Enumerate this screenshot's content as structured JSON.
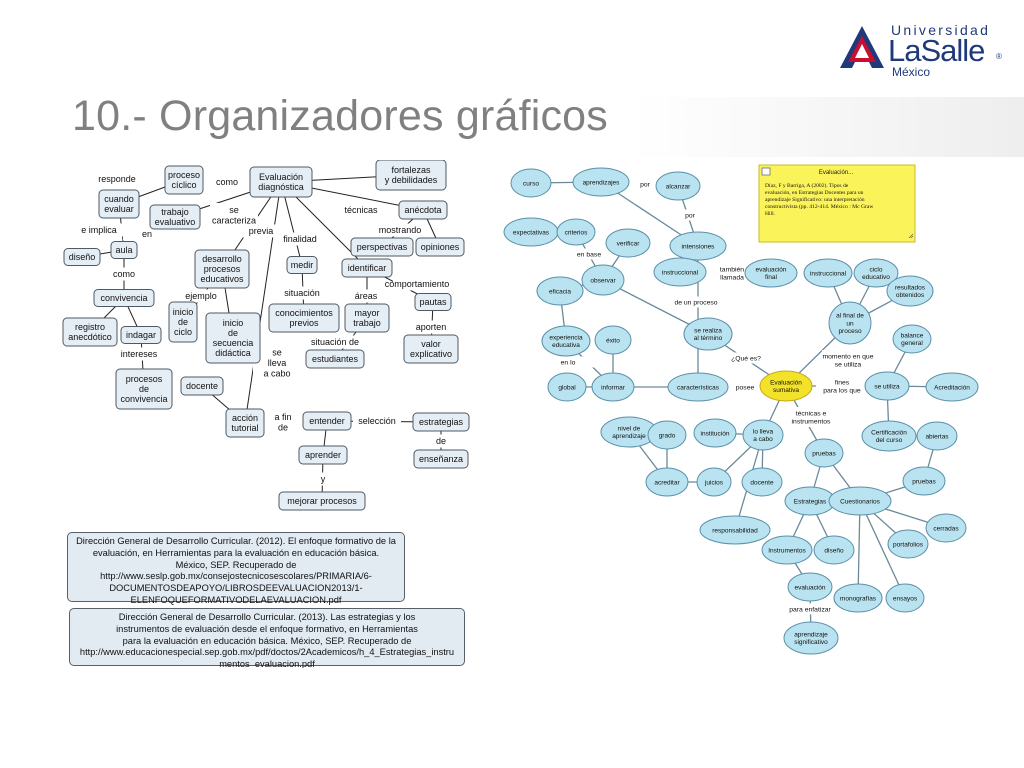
{
  "slide": {
    "title": "10.- Organizadores gráficos"
  },
  "logo": {
    "line1": "Universidad",
    "name": "LaSalle",
    "reg": "®",
    "line3": "México"
  },
  "left_map": {
    "nodes": [
      {
        "id": "eval_diag",
        "label": "Evaluación\ndiagnóstica",
        "box": true
      },
      {
        "id": "proceso",
        "label": "proceso\ncíclico",
        "box": true
      },
      {
        "id": "fortalezas",
        "label": "fortalezas\ny debilidades",
        "box": true
      },
      {
        "id": "cuando",
        "label": "cuando\nevaluar",
        "box": true
      },
      {
        "id": "trabajo",
        "label": "trabajo\nevaluativo",
        "box": true
      },
      {
        "id": "anecdota",
        "label": "anécdota",
        "box": true
      },
      {
        "id": "perspectivas",
        "label": "perspectivas",
        "box": true
      },
      {
        "id": "opiniones",
        "label": "opiniones",
        "box": true
      },
      {
        "id": "aula",
        "label": "aula",
        "box": true
      },
      {
        "id": "diseno",
        "label": "diseño",
        "box": true
      },
      {
        "id": "desarrollo",
        "label": "desarrollo\nprocesos\neducativos",
        "box": true
      },
      {
        "id": "medir",
        "label": "medir",
        "box": true
      },
      {
        "id": "identificar",
        "label": "identificar",
        "box": true
      },
      {
        "id": "convivencia",
        "label": "convivencia",
        "box": true
      },
      {
        "id": "pautas",
        "label": "pautas",
        "box": true
      },
      {
        "id": "registro",
        "label": "registro\nanecdótico",
        "box": true
      },
      {
        "id": "indagar",
        "label": "indagar",
        "box": true
      },
      {
        "id": "inicio_ciclo",
        "label": "inicio\nde\nciclo",
        "box": true
      },
      {
        "id": "inicio_sec",
        "label": "inicio\nde\nsecuencia\ndidáctica",
        "box": true
      },
      {
        "id": "conocimientos",
        "label": "conocimientos\nprevios",
        "box": true
      },
      {
        "id": "mayor",
        "label": "mayor\ntrabajo",
        "box": true
      },
      {
        "id": "valor",
        "label": "valor\nexplicativo",
        "box": true
      },
      {
        "id": "estudiantes",
        "label": "estudiantes",
        "box": true
      },
      {
        "id": "procesos_conv",
        "label": "procesos\nde\nconvivencia",
        "box": true
      },
      {
        "id": "docente",
        "label": "docente",
        "box": true
      },
      {
        "id": "accion",
        "label": "acción\ntutorial",
        "box": true
      },
      {
        "id": "entender",
        "label": "entender",
        "box": true
      },
      {
        "id": "estrategias",
        "label": "estrategias",
        "box": true
      },
      {
        "id": "aprender",
        "label": "aprender",
        "box": true
      },
      {
        "id": "ensenanza",
        "label": "enseñanza",
        "box": true
      },
      {
        "id": "mejorar",
        "label": "mejorar procesos",
        "box": true
      }
    ],
    "links": [
      {
        "label": "como"
      },
      {
        "label": "responde"
      },
      {
        "label": "se\ncaracteriza"
      },
      {
        "label": "e implica"
      },
      {
        "label": "en"
      },
      {
        "label": "previa"
      },
      {
        "label": "técnicas"
      },
      {
        "label": "mostrando"
      },
      {
        "label": "finalidad"
      },
      {
        "label": "como"
      },
      {
        "label": "ejemplo"
      },
      {
        "label": "situación"
      },
      {
        "label": "áreas"
      },
      {
        "label": "comportamiento"
      },
      {
        "label": "intereses"
      },
      {
        "label": "aporten"
      },
      {
        "label": "situación de"
      },
      {
        "label": "se\nlleva\na cabo"
      },
      {
        "label": "a fin\nde"
      },
      {
        "label": "selección"
      },
      {
        "label": "de"
      },
      {
        "label": "y"
      }
    ]
  },
  "references": [
    {
      "text": "Dirección General de Desarrollo Curricular. (2012). El enfoque formativo de la\nevaluación, en Herramientas para la evaluación en educación básica.\nMéxico, SEP. Recuperado de\nhttp://www.seslp.gob.mx/consejostecnicosescolares/PRIMARIA/6-\nDOCUMENTOSDEAPOYO/LIBROSDEEVALUACION2013/1-\nELENFOQUEFORMATIVODELAEVALUACION.pdf"
    },
    {
      "text": "Dirección General de Desarrollo Curricular. (2013). Las estrategias y los\ninstrumentos de evaluación desde el enfoque formativo, en Herramientas\npara la evaluación en educación básica. México, SEP. Recuperado de\nhttp://www.educacionespecial.sep.gob.mx/pdf/doctos/2Academicos/h_4_Estrategias_instru\nmentos_evaluacion.pdf"
    }
  ],
  "right_map": {
    "nodes": [
      {
        "label": "curso"
      },
      {
        "label": "aprendizajes"
      },
      {
        "label": "alcanzar"
      },
      {
        "label": "expectativas"
      },
      {
        "label": "criterios"
      },
      {
        "label": "verificar"
      },
      {
        "label": "intensiones"
      },
      {
        "label": "eficacia"
      },
      {
        "label": "observar"
      },
      {
        "label": "instruccional"
      },
      {
        "label": "evaluación\nfinal"
      },
      {
        "label": "instruccional"
      },
      {
        "label": "ciclo\neducativo"
      },
      {
        "label": "resultados\nobtenidos"
      },
      {
        "label": "experiencia\neducativa"
      },
      {
        "label": "éxito"
      },
      {
        "label": "se realiza\nal término"
      },
      {
        "label": "al final de\nun\nproceso"
      },
      {
        "label": "balance\ngeneral"
      },
      {
        "label": "global"
      },
      {
        "label": "informar"
      },
      {
        "label": "características"
      },
      {
        "label": "Evaluación\nsumativa"
      },
      {
        "label": "se utiliza"
      },
      {
        "label": "Acreditación"
      },
      {
        "label": "nivel de\naprendizaje"
      },
      {
        "label": "grado"
      },
      {
        "label": "institución"
      },
      {
        "label": "lo lleva\na cabo"
      },
      {
        "label": "Certificación\ndel curso"
      },
      {
        "label": "abiertas"
      },
      {
        "label": "pruebas"
      },
      {
        "label": "acreditar"
      },
      {
        "label": "juicios"
      },
      {
        "label": "docente"
      },
      {
        "label": "pruebas"
      },
      {
        "label": "Estrategias"
      },
      {
        "label": "Cuestionarios"
      },
      {
        "label": "responsabilidad"
      },
      {
        "label": "cerradas"
      },
      {
        "label": "portafolios"
      },
      {
        "label": "Instrumentos"
      },
      {
        "label": "diseño"
      },
      {
        "label": "evaluación"
      },
      {
        "label": "monografías"
      },
      {
        "label": "ensayos"
      },
      {
        "label": "aprendizaje\nsignificativo"
      }
    ],
    "links": [
      {
        "label": "por"
      },
      {
        "label": "por"
      },
      {
        "label": "en base"
      },
      {
        "label": "también\nllamada"
      },
      {
        "label": "de un proceso"
      },
      {
        "label": "en lo"
      },
      {
        "label": "¿Qué es?"
      },
      {
        "label": "momento en que\nse utiliza"
      },
      {
        "label": "posee"
      },
      {
        "label": "fines\npara los que"
      },
      {
        "label": "técnicas e\ninstrumentos"
      },
      {
        "label": "para enfatizar"
      }
    ],
    "note": {
      "header": "Evaluación...",
      "text": "Díaz, F y Barriga, A (2002). Tipos de evaluación, en Estrategias Docentes para un aprendizaje Significativo: una interpretación constructivista (pp. 412-414. México : Mc Graw Hill."
    },
    "colors": {
      "node_fill": "#b9e3f0",
      "node_stroke": "#5a8fa8",
      "central_fill": "#f3e22a",
      "note_fill": "#fbf35a"
    }
  }
}
